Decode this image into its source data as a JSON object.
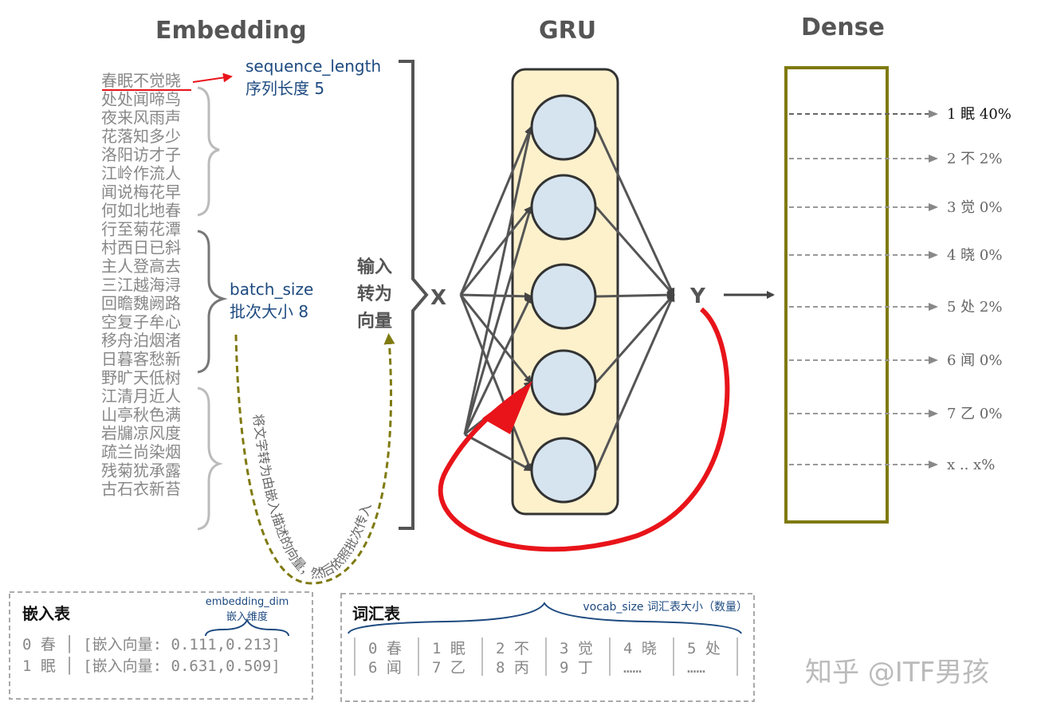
{
  "titles": {
    "embedding": "Embedding",
    "gru": "GRU",
    "dense": "Dense"
  },
  "poem_lines": [
    "春眠不觉晓",
    "处处闻啼鸟",
    "夜来风雨声",
    "花落知多少",
    "洛阳访才子",
    "江岭作流人",
    "闻说梅花早",
    "何如北地春",
    "行至菊花潭",
    "村西日已斜",
    "主人登高去",
    "三江越海浔",
    "回瞻魏阙路",
    "空复子牟心",
    "移舟泊烟渚",
    "日暮客愁新",
    "野旷天低树",
    "江清月近人",
    "山亭秋色满",
    "岩牖凉风度",
    "疏兰尚染烟",
    "残菊犹承露",
    "古石衣新苔"
  ],
  "sequence": {
    "en": "sequence_length",
    "zh": "序列长度 5"
  },
  "batch": {
    "en": "batch_size",
    "zh": "批次大小 8"
  },
  "input_label": [
    "输入",
    "转为",
    "向量"
  ],
  "x_label": "X",
  "y_label": "Y",
  "curve_note": "将文字转为由嵌入描述的向量，然后依照批次传入",
  "outputs": [
    "1 眠 40%",
    "2 不 2%",
    "3 觉 0%",
    "4 晓 0%",
    "5 处 2%",
    "6 闻 0%",
    "7 乙 0%",
    "x .. x%"
  ],
  "embed_table": {
    "title": "嵌入表",
    "dim_en": "embedding_dim",
    "dim_zh": "嵌入维度",
    "rows": [
      "0 春 │ [嵌入向量: 0.111,0.213]",
      "1 眠 │ [嵌入向量: 0.631,0.509]"
    ]
  },
  "vocab_table": {
    "title": "词汇表",
    "size_label": "vocab_size 词汇表大小（数量）",
    "row1": [
      "0 春",
      "1 眠",
      "2 不",
      "3 觉",
      "4 晓",
      "5 处"
    ],
    "row2": [
      "6 闻",
      "7 乙",
      "8 丙",
      "9 丁",
      "……",
      "……"
    ]
  },
  "watermark": "知乎 @ITF男孩",
  "colors": {
    "red": "#e8141a",
    "olive": "#7f7a10",
    "blue": "#1d4a80",
    "gru_fill": "#fdf1cc",
    "node_fill": "#d6e4ef"
  }
}
